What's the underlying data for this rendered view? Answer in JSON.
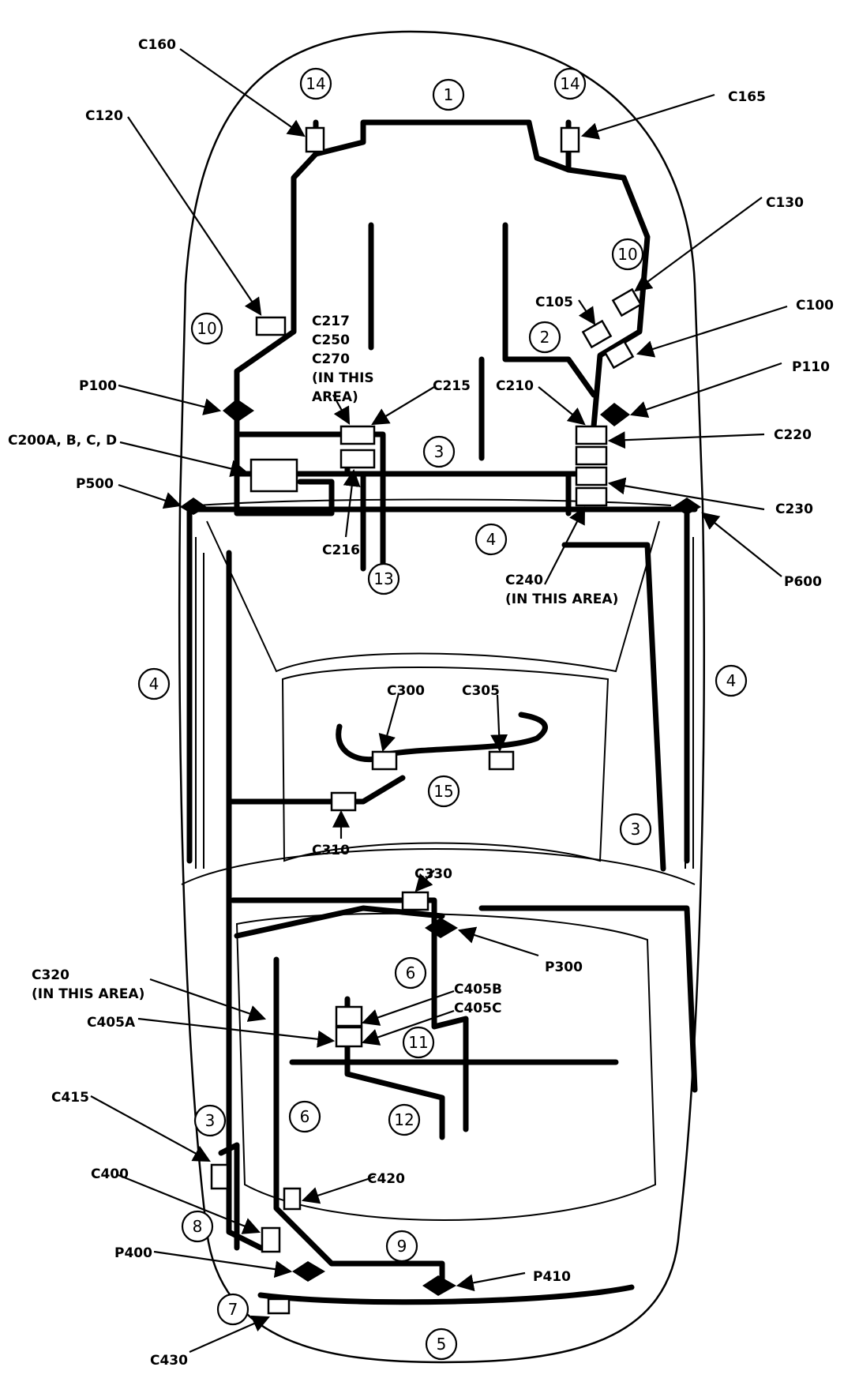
{
  "connectors": [
    "C160",
    "C165",
    "C120",
    "C130",
    "C105",
    "C100",
    "C217",
    "C250",
    "C270",
    "(IN THIS",
    "AREA)",
    "C215",
    "C210",
    "P100",
    "P110",
    "C200A, B, C, D",
    "C220",
    "P500",
    "C230",
    "C216",
    "P600",
    "C240",
    "(IN THIS AREA)",
    "C300",
    "C305",
    "C310",
    "C330",
    "P300",
    "C320",
    "(IN THIS AREA)",
    "C405B",
    "C405C",
    "C405A",
    "C415",
    "C420",
    "C400",
    "P400",
    "P410",
    "C430"
  ],
  "circled": [
    "14",
    "1",
    "14",
    "10",
    "10",
    "2",
    "3",
    "4",
    "13",
    "4",
    "4",
    "15",
    "3",
    "6",
    "11",
    "6",
    "12",
    "3",
    "9",
    "8",
    "7",
    "5"
  ]
}
